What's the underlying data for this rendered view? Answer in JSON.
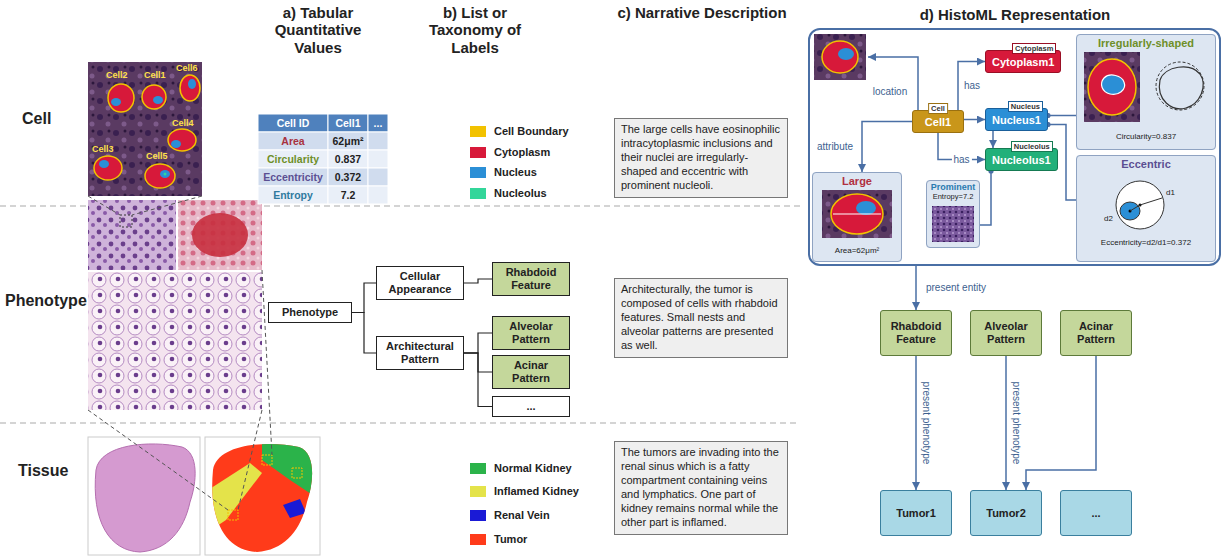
{
  "diagram": {
    "nodes": [
      {
        "text": [
          "Phenotype"
        ]
      },
      {
        "text": [
          "Cellular Appearance"
        ]
      },
      {
        "text": [
          "Architectural Pattern"
        ]
      },
      {
        "text": [
          "Rhabdoid Feature"
        ]
      },
      {
        "text": [
          "Alveolar Pattern"
        ]
      },
      {
        "text": [
          "Acinar Pattern"
        ]
      },
      {
        "text": [
          "..."
        ]
      },
      {
        "text": [
          "The large cells have eosinophilic intracytoplasmic inclusions and their nuclei are irregularly-shaped and eccentric with prominent nucleoli."
        ]
      },
      {
        "text": [
          "Architecturally, the tumor is composed of cells with rhabdoid features. Small nests and alveolar patterns are presented as well."
        ]
      },
      {
        "text": [
          "The tumors are invading into the renal sinus which is a fatty compartment containing veins and lymphatics. One part of kidney remains normal while the other part is inflamed."
        ]
      },
      {
        "text": []
      },
      {
        "text": [
          "Cell",
          "Cell1"
        ],
        "in": 10
      },
      {
        "text": [
          "Cytoplasm",
          "Cytoplasm1"
        ],
        "in": 10
      },
      {
        "text": [
          "Nucleus",
          "Nucleus1"
        ],
        "in": 10
      },
      {
        "text": [
          "Nucleolus",
          "Nucleolus1"
        ],
        "in": 10
      },
      {
        "text": [
          "Irregularly-shaped",
          "Circularity=0.837"
        ],
        "in": 10
      },
      {
        "text": [
          "Large",
          "Area=62μm²"
        ],
        "in": 10
      },
      {
        "text": [
          "Prominent",
          "Entropy=7.2"
        ],
        "in": 10
      },
      {
        "text": [
          "Eccentric",
          "Eccentricity=d2/d1=0.372"
        ],
        "in": 10
      },
      {
        "text": [
          "Rhabdoid Feature"
        ]
      },
      {
        "text": [
          "Alveolar Pattern"
        ]
      },
      {
        "text": [
          "Acinar Pattern"
        ]
      },
      {
        "text": [
          "Tumor1"
        ]
      },
      {
        "text": [
          "Tumor2"
        ]
      },
      {
        "text": [
          "..."
        ]
      }
    ],
    "edges": [
      {
        "from": 0,
        "to": 1,
        "arrow": "none"
      },
      {
        "from": 0,
        "to": 2,
        "arrow": "none"
      },
      {
        "from": 1,
        "to": 3,
        "arrow": "none"
      },
      {
        "from": 2,
        "to": 4,
        "arrow": "none"
      },
      {
        "from": 2,
        "to": 5,
        "arrow": "none"
      },
      {
        "from": 2,
        "to": 6,
        "arrow": "none"
      },
      {
        "from": 11,
        "to": 12,
        "label": "has",
        "arrow": "to"
      },
      {
        "from": 11,
        "to": 13,
        "arrow": "to"
      },
      {
        "from": 11,
        "to": 14,
        "label": "has",
        "arrow": "to"
      },
      {
        "from": 11,
        "to": 16,
        "label": "attribute",
        "arrow": "to"
      },
      {
        "from": 13,
        "to": 14,
        "arrow": "to"
      },
      {
        "from": 13,
        "to": 15,
        "arrow": "none"
      },
      {
        "from": 13,
        "to": 18,
        "arrow": "none"
      },
      {
        "from": 14,
        "to": 17,
        "arrow": "none"
      },
      {
        "from": 10,
        "to": 19,
        "label": "present entity",
        "arrow": "to"
      },
      {
        "from": 19,
        "to": 22,
        "label": "present phenotype",
        "arrow": "to"
      },
      {
        "from": 20,
        "to": 23,
        "label": "present phenotype",
        "arrow": "to"
      },
      {
        "from": 21,
        "to": 23,
        "arrow": "to"
      }
    ],
    "labels": [
      "a) Tabular Quantitative Values",
      "b) List or Taxonomy of Labels",
      "c) Narrative Description",
      "d) HistoML Representation",
      "Cell",
      "Phenotype",
      "Tissue",
      "Cell2",
      "Cell1",
      "Cell6",
      "Cell4",
      "Cell3",
      "Cell5",
      "Cell ID",
      "Cell1",
      "...",
      "Area",
      "62μm²",
      "Circularity",
      "0.837",
      "Eccentricity",
      "0.372",
      "Entropy",
      "7.2",
      "location",
      "d1",
      "d2"
    ],
    "legend": [
      {
        "text": "Cell Boundary",
        "color": "#f2c200"
      },
      {
        "text": "Cytoplasm",
        "color": "#d7193a"
      },
      {
        "text": "Nucleus",
        "color": "#2b8fd6"
      },
      {
        "text": "Nucleolus",
        "color": "#33d69a"
      },
      {
        "text": "Normal Kidney",
        "color": "#2bb34a"
      },
      {
        "text": "Inflamed Kidney",
        "color": "#e4e34a"
      },
      {
        "text": "Renal Vein",
        "color": "#1a1ad6"
      },
      {
        "text": "Tumor",
        "color": "#ff3b1a"
      }
    ]
  }
}
